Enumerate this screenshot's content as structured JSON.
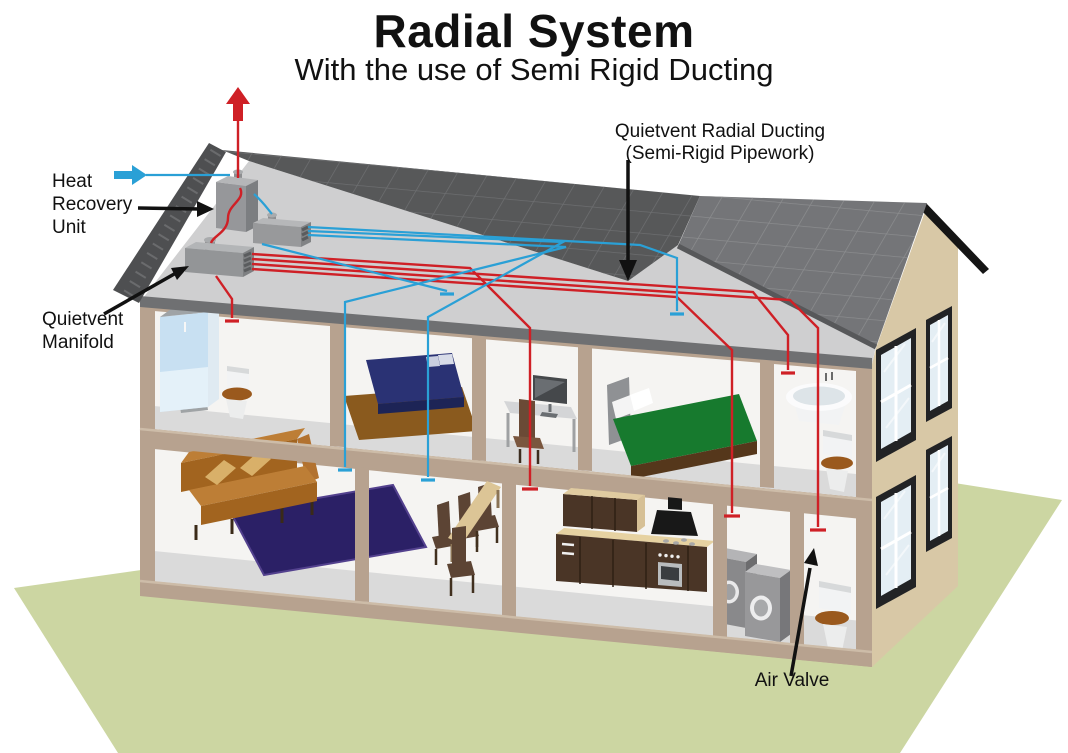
{
  "title": {
    "main": "Radial System",
    "subtitle": "With the use of Semi Rigid Ducting"
  },
  "annotations": {
    "heat_recovery_unit": "Heat Recovery Unit",
    "quietvent_manifold": "Quietvent Manifold",
    "radial_ducting_line1": "Quietvent Radial Ducting",
    "radial_ducting_line2": "(Semi-Rigid Pipework)",
    "air_valve": "Air Valve"
  },
  "colors": {
    "supply_duct": "#cf2026",
    "extract_duct": "#2aa0d6",
    "annotation": "#111111",
    "roof_inner": "#575859",
    "roof_tiles": "#747578",
    "wall_frame": "#b7a28f",
    "gable_wall": "#d8c8a6",
    "attic_floor": "#cfcfd0",
    "ground": "#ccd6a2"
  },
  "scene": {
    "type": "cutaway-house-ventilation-diagram",
    "airflows": [
      {
        "name": "exhaust-to-outside",
        "color_key": "supply_duct"
      },
      {
        "name": "fresh-air-intake",
        "color_key": "extract_duct"
      }
    ],
    "rooms_upper": [
      "bathroom",
      "bedroom",
      "office",
      "bedroom",
      "bathroom"
    ],
    "rooms_lower": [
      "living-room",
      "dining-room",
      "kitchen",
      "utility-room",
      "wc"
    ]
  }
}
